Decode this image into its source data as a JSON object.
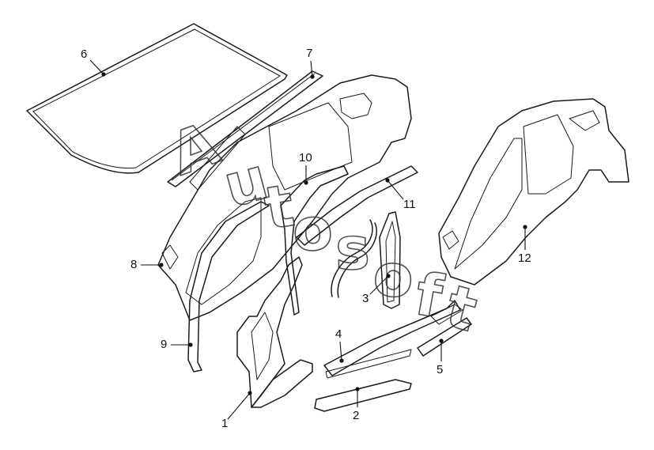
{
  "diagram": {
    "callouts": [
      {
        "id": "1",
        "label": "1"
      },
      {
        "id": "2",
        "label": "2"
      },
      {
        "id": "3",
        "label": "3"
      },
      {
        "id": "4",
        "label": "4"
      },
      {
        "id": "5",
        "label": "5"
      },
      {
        "id": "6",
        "label": "6"
      },
      {
        "id": "7",
        "label": "7"
      },
      {
        "id": "8",
        "label": "8"
      },
      {
        "id": "9",
        "label": "9"
      },
      {
        "id": "10",
        "label": "10"
      },
      {
        "id": "11",
        "label": "11"
      },
      {
        "id": "12",
        "label": "12"
      }
    ]
  },
  "watermark": {
    "letters": [
      "A",
      "u",
      "t",
      "o",
      "s",
      "o",
      "f",
      "t"
    ]
  }
}
